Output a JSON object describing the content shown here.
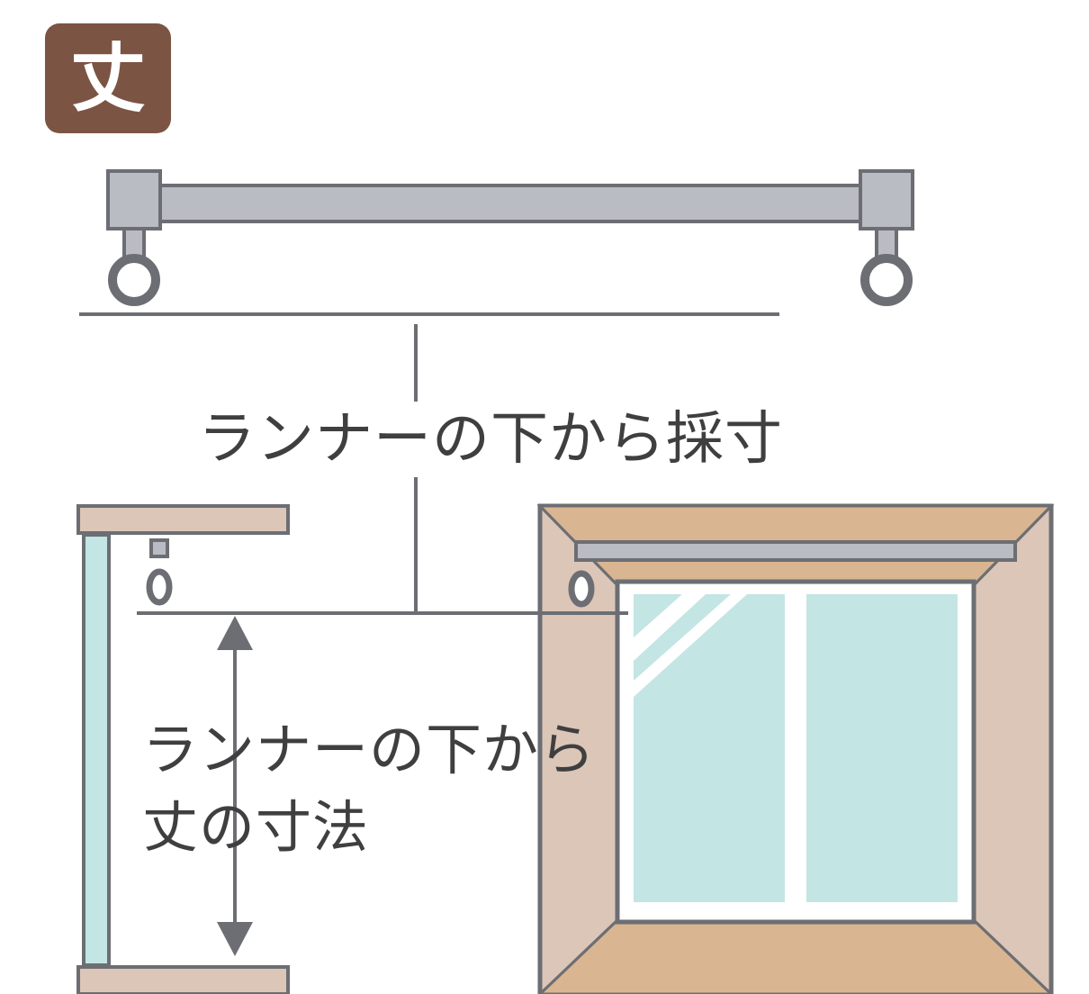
{
  "badge": {
    "label": "丈",
    "color": "#7b5443"
  },
  "labels": {
    "runner_measure": "ランナーの下から採寸",
    "drop_line1": "ランナーの下から",
    "drop_line2": "丈の寸法"
  },
  "colors": {
    "rail": "#b9bcc2",
    "outline": "#6c6e73",
    "frame_light": "#dcc6b8",
    "frame_dark": "#d9b591",
    "glass": "#c3e5e4",
    "text": "#3f3f3f"
  },
  "icons": {
    "dimension_arrow": "double-headed-vertical-arrow",
    "runner": "ring-runner-icon"
  }
}
